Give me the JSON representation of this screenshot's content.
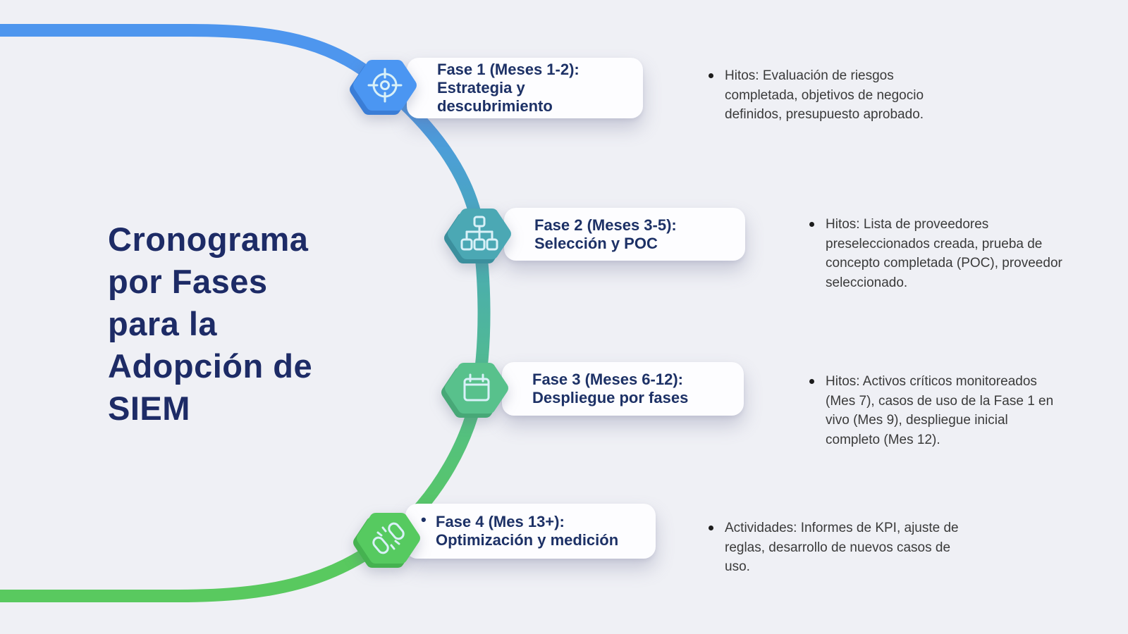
{
  "title": {
    "lines": [
      "Cronograma",
      "por Fases",
      "para la",
      "Adopción de",
      "SIEM"
    ]
  },
  "notes": {
    "bullet": "•"
  },
  "colors": {
    "background": "#eff0f5",
    "title_navy": "#1d2b66",
    "card_text_navy": "#1d3166",
    "note_text": "#3a3a3a",
    "card_bg": "#fdfdff",
    "curve_blue": "#4e96ee",
    "curve_teal": "#49a9b8",
    "curve_green": "#52bd8c",
    "curve_bright_green": "#59c95f"
  },
  "phases": [
    {
      "name": "fase-1",
      "icon": "target-icon",
      "card_lines": [
        "Fase 1 (Meses 1-2):",
        "Estrategia y",
        "descubrimiento"
      ],
      "note": "Hitos: Evaluación de riesgos completada, objetivos de negocio definidos, presupuesto aprobado.",
      "hex_color": "#4b96f2",
      "hex_shadow": "#3a7dd6"
    },
    {
      "name": "fase-2",
      "icon": "sitemap-icon",
      "card_lines": [
        "Fase 2 (Meses 3-5):",
        "Selección y POC"
      ],
      "note": "Hitos: Lista de proveedores preseleccionados creada, prueba de concepto completada (POC), proveedor seleccionado.",
      "hex_color": "#4ba8b4",
      "hex_shadow": "#3b8f9d"
    },
    {
      "name": "fase-3",
      "icon": "calendar-icon",
      "card_lines": [
        "Fase 3 (Meses 6-12):",
        "Despliegue por fases"
      ],
      "note": "Hitos: Activos críticos monitoreados (Mes 7), casos de uso de la Fase 1 en vivo (Mes 9), despliegue inicial completo (Mes 12).",
      "hex_color": "#58c18c",
      "hex_shadow": "#47a877"
    },
    {
      "name": "fase-4",
      "icon": "broken-link-icon",
      "card_bullet": "•",
      "card_lines": [
        "Fase 4 (Mes 13+):",
        "Optimización y medición"
      ],
      "note": "Actividades: Informes de KPI, ajuste de reglas, desarrollo de nuevos casos de uso.",
      "hex_color": "#56ca60",
      "hex_shadow": "#45b250"
    }
  ]
}
